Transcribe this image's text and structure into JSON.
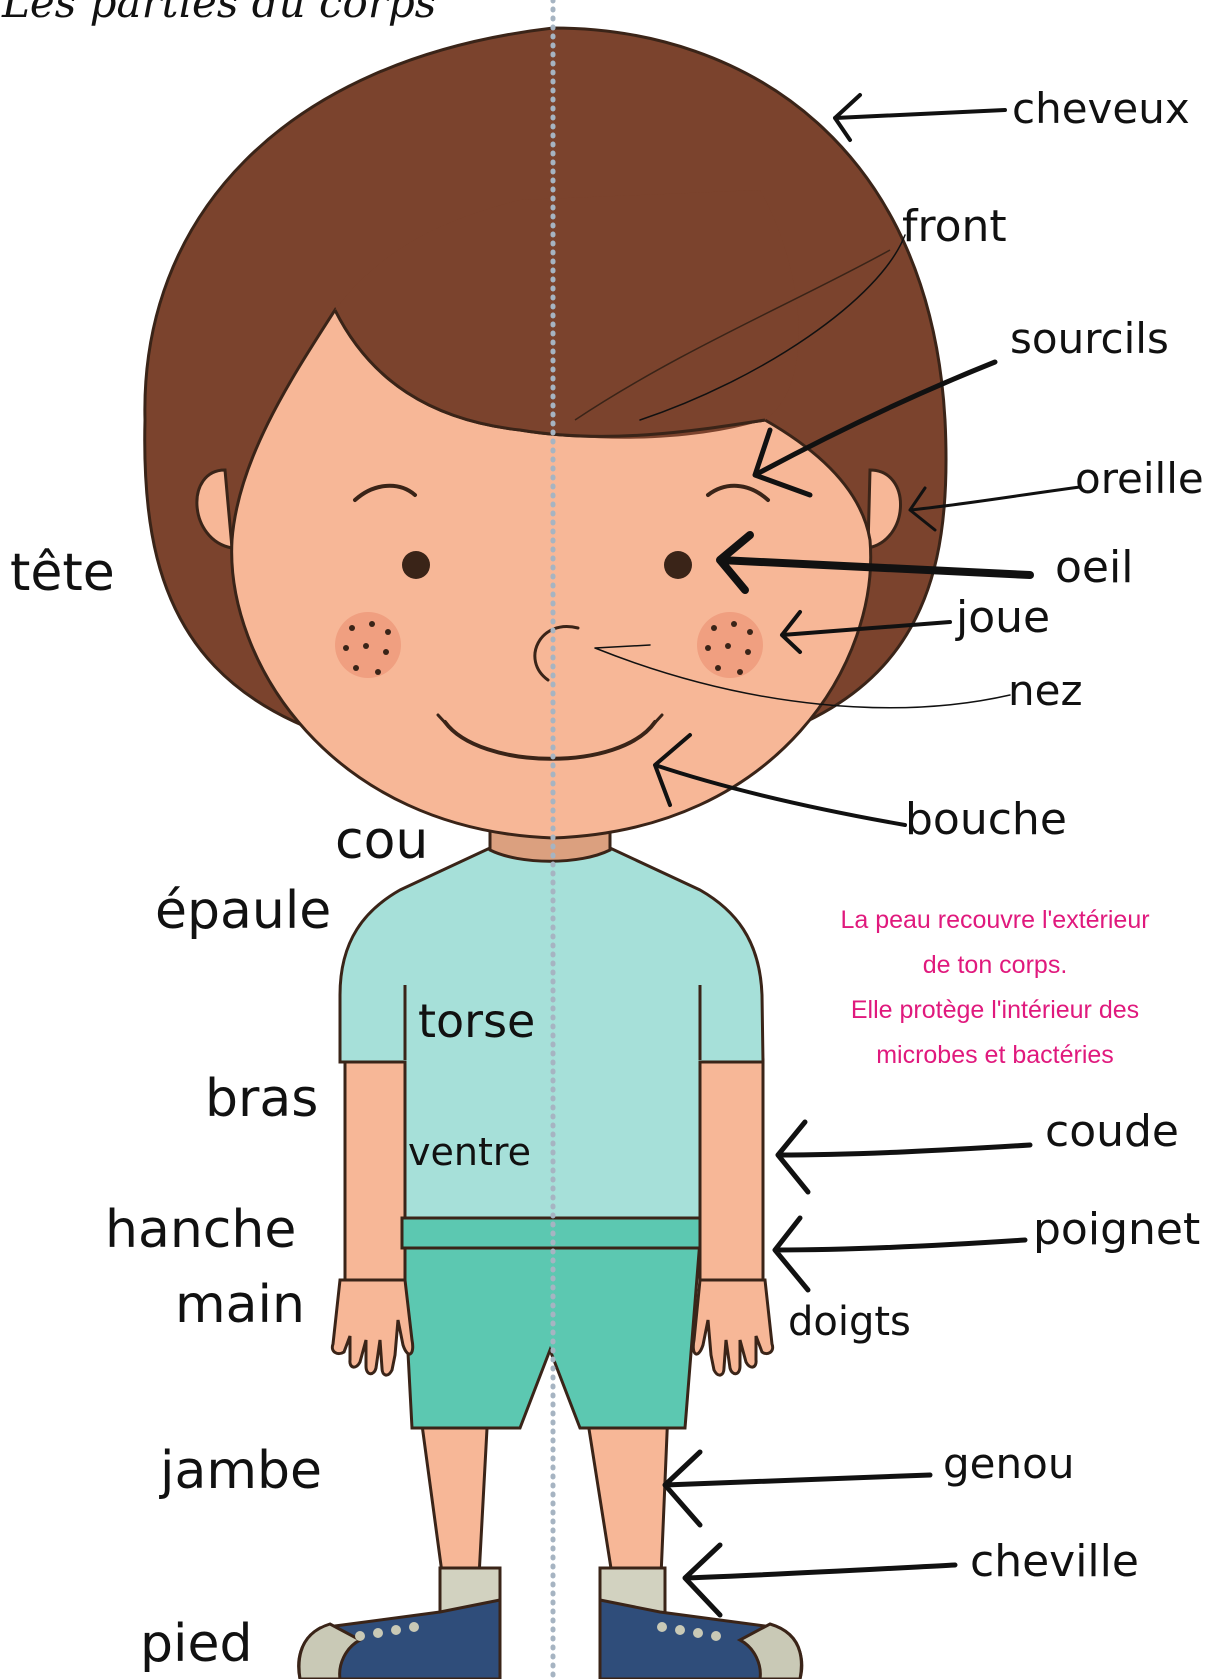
{
  "title": "Les parties du corps",
  "labels": {
    "cheveux": "cheveux",
    "front": "front",
    "sourcils": "sourcils",
    "oreille": "oreille",
    "tete": "tête",
    "oeil": "oeil",
    "joue": "joue",
    "nez": "nez",
    "bouche": "bouche",
    "cou": "cou",
    "epaule": "épaule",
    "torse": "torse",
    "bras": "bras",
    "ventre": "ventre",
    "coude": "coude",
    "hanche": "hanche",
    "poignet": "poignet",
    "main": "main",
    "doigts": "doigts",
    "jambe": "jambe",
    "genou": "genou",
    "cheville": "cheville",
    "pied": "pied"
  },
  "note": {
    "line1": "La peau recouvre l'extérieur",
    "line2": "de ton corps.",
    "line3": "Elle protège l'intérieur des",
    "line4": "microbes et bactéries"
  },
  "colors": {
    "hair": "#7b432d",
    "skin": "#f7b797",
    "neck": "#dba07f",
    "shirt": "#a6e0d9",
    "shorts": "#5cc8b1",
    "belt": "#5cc8b1",
    "socks": "#d2d2c0",
    "shoes": "#2f4d7a",
    "shoe_sole": "#c9c9b6",
    "divider": "#a6b4c2",
    "note_text": "#e0197d",
    "outline": "#3a2418"
  }
}
